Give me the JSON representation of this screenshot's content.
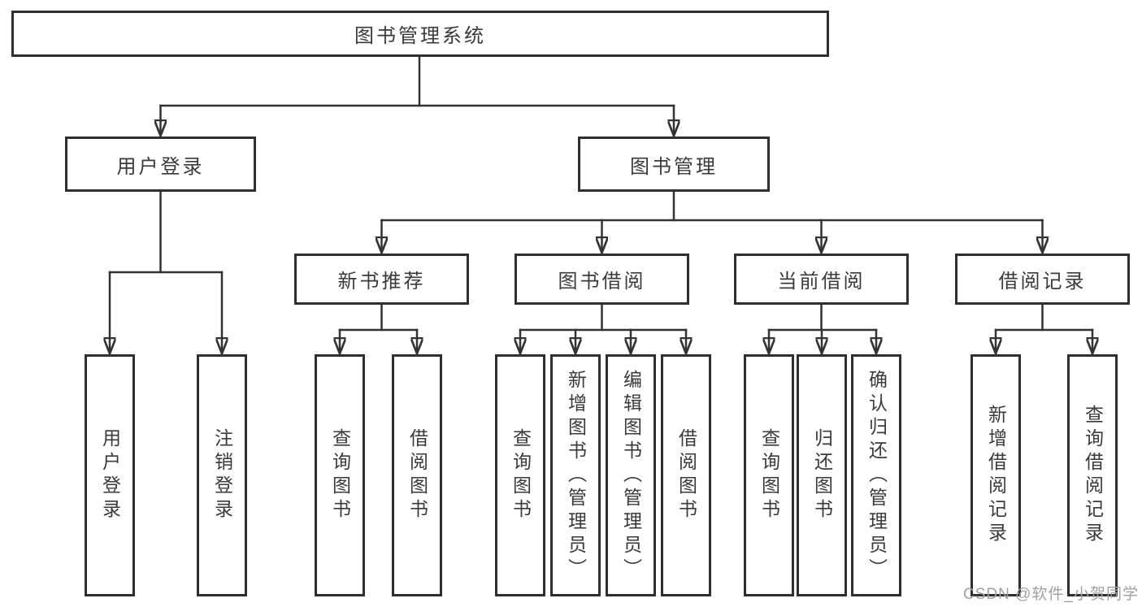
{
  "colors": {
    "line": "#333333",
    "node_border": "#2f2f2f",
    "node_text": "#3a3a3a",
    "background": "#ffffff",
    "watermark_text": "#a0a0a0"
  },
  "nodes": {
    "root": "图书管理系统",
    "level2": [
      "用户登录",
      "图书管理"
    ],
    "level3": [
      "新书推荐",
      "图书借阅",
      "当前借阅",
      "借阅记录"
    ],
    "leaves": [
      "用户登录",
      "注销登录",
      "查询图书",
      "借阅图书",
      "查询图书",
      "新增图书（管理员）",
      "编辑图书（管理员）",
      "借阅图书",
      "查询图书",
      "归还图书",
      "确认归还（管理员）",
      "新增借阅记录",
      "查询借阅记录"
    ]
  },
  "watermark": "CSDN @软件_小贺同学"
}
